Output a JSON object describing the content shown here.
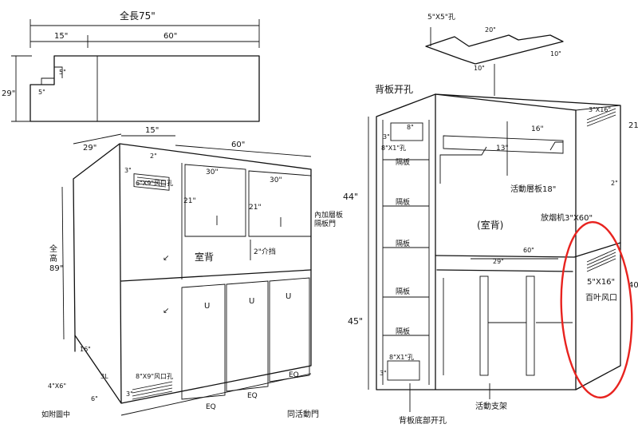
{
  "top_plan": {
    "dim_total": "全長75\"",
    "dim_left": "15\"",
    "dim_right": "60\"",
    "dim_depth": "29\"",
    "notch_a": "5\"",
    "notch_b": "5\""
  },
  "left_cabinet": {
    "dim_depth": "29\"",
    "dim_side": "15\"",
    "dim_width": "60\"",
    "vent_top": "6\"X9\"风口孔",
    "vent_top_a": "3\"",
    "vent_top_b": "2\"",
    "upper_w1": "30\"",
    "upper_w2": "30\"",
    "upper_h1": "21\"",
    "upper_h2": "21\"",
    "note_inside": "內加層板\n隔板門",
    "note_open": "室背",
    "note_gap": "2\"介挡",
    "height_label": "全\n高\n89\"",
    "base_16": "16\"",
    "base_3": "3L",
    "base_4x": "4\"X6\"",
    "base_6": "6\"",
    "vent_bottom": "8\"X9\"风口孔",
    "vent_bottom_a": "3\"",
    "eq1": "EQ",
    "eq2": "EQ",
    "eq3": "EQ",
    "note_door": "同活動門",
    "note_plan": "如附圖中"
  },
  "right_cabinet": {
    "top_piece": "5\"X5\"孔",
    "top_20": "20\"",
    "top_10a": "10\"",
    "top_10b": "10\"",
    "back_label": "背板开孔",
    "back_hole": "8\"X1\"孔",
    "back_hole_b": "3\"",
    "back_hole_c": "8\"",
    "shelf_labels": [
      "隔板",
      "隔板",
      "隔板",
      "隔板",
      "隔板"
    ],
    "shelf_16": "16\"",
    "shelf_13": "13\"",
    "shelf_18": "活動層板18\"",
    "open_label": "(室背)",
    "frame_label": "放烟机3\"X60\"",
    "frame_60": "60\"",
    "frame_29": "29\"",
    "height_44": "44\"",
    "height_45": "45\"",
    "vent_side": "3\"X16\"",
    "vent_side_label": "5\"X16\"",
    "vent_side_note": "百叶风口",
    "vent_side_2": "2\"",
    "vent_top_right": "3\"X16\"",
    "height_21": "21",
    "height_40": "40",
    "bottom_hole": "8\"X1\"孔",
    "bottom_hole_b": "3\"",
    "bottom_note": "背板底部开孔",
    "bottom_note_2": "活動支架"
  },
  "colors": {
    "ink": "#111111",
    "highlight": "#e8231f",
    "paper": "#ffffff"
  }
}
